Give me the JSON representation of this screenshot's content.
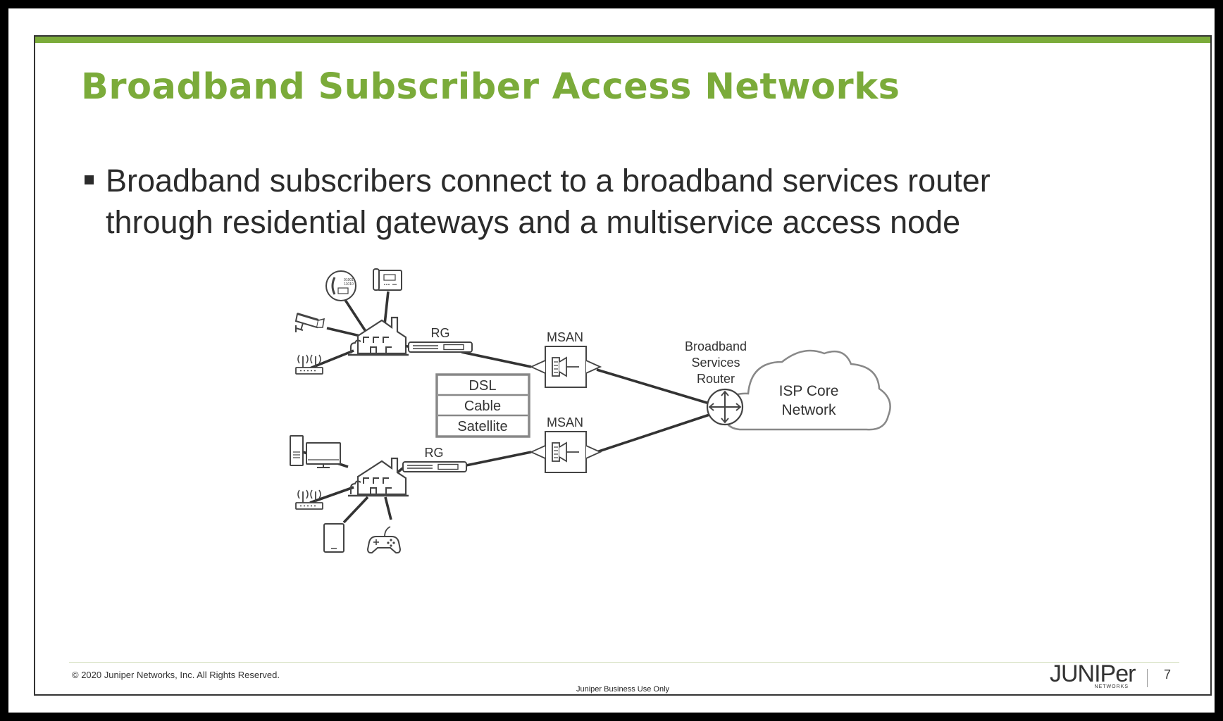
{
  "slide": {
    "title": "Broadband Subscriber Access Networks",
    "bullet": "Broadband subscribers connect to a broadband services router through residential gateways and a multiservice access node"
  },
  "diagram": {
    "rg_label": "RG",
    "msan_label": "MSAN",
    "access_types": [
      "DSL",
      "Cable",
      "Satellite"
    ],
    "router_label": [
      "Broadband",
      "Services",
      "Router"
    ],
    "cloud_label": [
      "ISP Core",
      "Network"
    ],
    "phone_display": [
      "01001",
      "11010"
    ]
  },
  "footer": {
    "copyright": "© 2020 Juniper Networks, Inc. All Rights Reserved.",
    "classification": "Juniper Business Use Only",
    "logo_word": "JUNIPer",
    "logo_sub": "NETWORKS",
    "page_number": "7"
  },
  "colors": {
    "accent_green": "#7bab3a",
    "line_dark": "#333333",
    "device_gray": "#444444",
    "cloud_stroke": "#888888"
  },
  "icons": [
    "phone-icon",
    "desk-phone-icon",
    "camera-icon",
    "wifi-router-icon",
    "house-icon",
    "rg-device-icon",
    "msan-icon",
    "router-icon",
    "cloud-icon",
    "desktop-computer-icon",
    "tablet-icon",
    "gamepad-icon"
  ]
}
